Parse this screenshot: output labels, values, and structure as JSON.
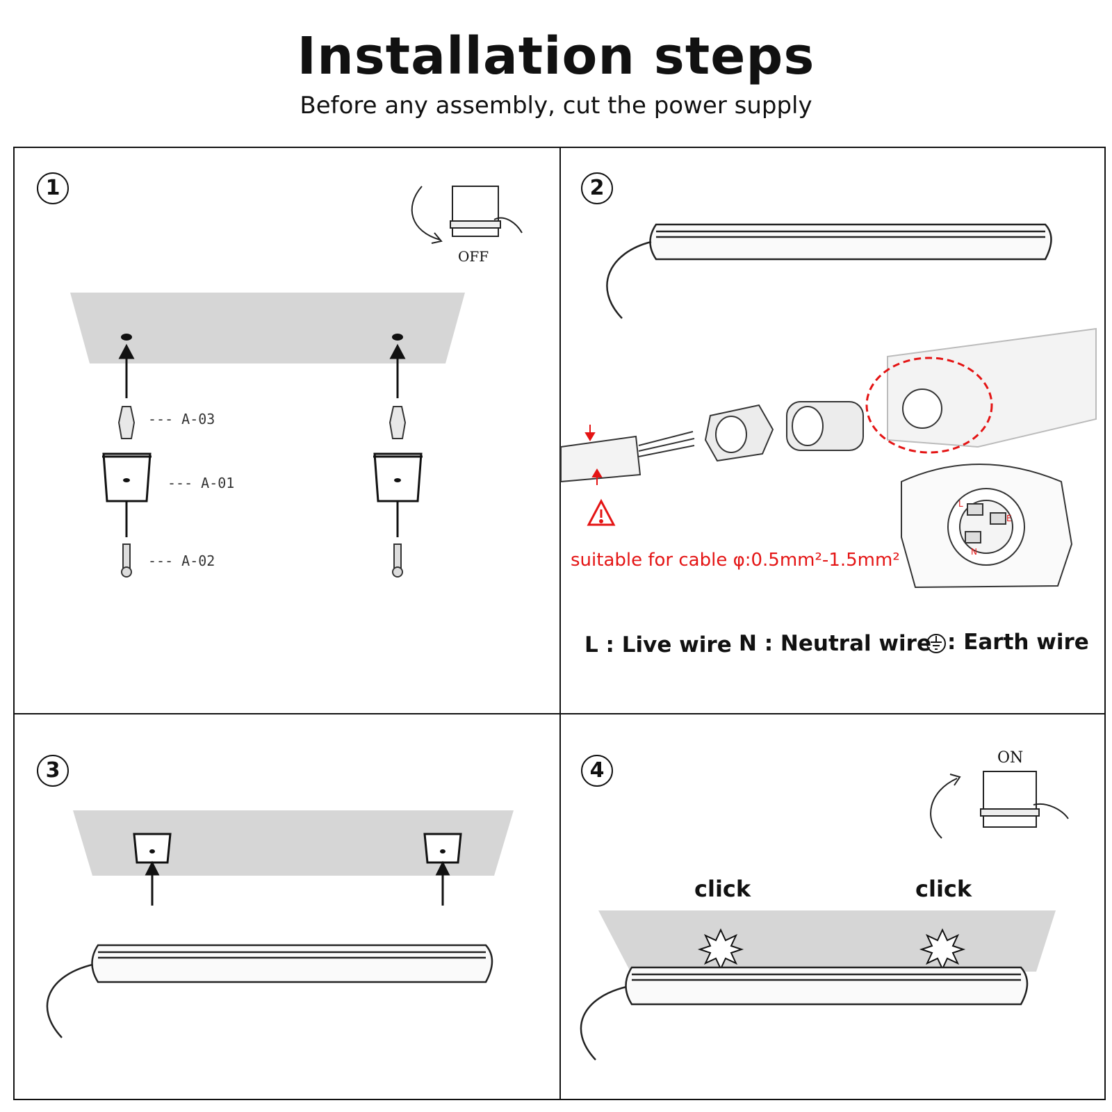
{
  "header": {
    "title": "Installation steps",
    "subtitle": "Before any assembly, cut the power supply"
  },
  "steps": [
    {
      "number": "1",
      "switch_label": "OFF",
      "parts": [
        "--- A-03",
        "--- A-01",
        "--- A-02"
      ]
    },
    {
      "number": "2",
      "warning": "suitable for cable φ:0.5mm²-1.5mm²",
      "terminal_letters": [
        "L",
        "E",
        "N"
      ],
      "legend": [
        "L : Live wire",
        "N : Neutral wire",
        ": Earth wire"
      ]
    },
    {
      "number": "3"
    },
    {
      "number": "4",
      "switch_label": "ON",
      "clicks": [
        "click",
        "click"
      ]
    }
  ],
  "colors": {
    "ceiling": "#d6d6d6",
    "warning": "#e41414",
    "ink": "#111111"
  },
  "icons": [
    "arrow-up-icon",
    "power-switch-icon",
    "warning-icon",
    "earth-ground-icon",
    "click-burst-icon"
  ]
}
